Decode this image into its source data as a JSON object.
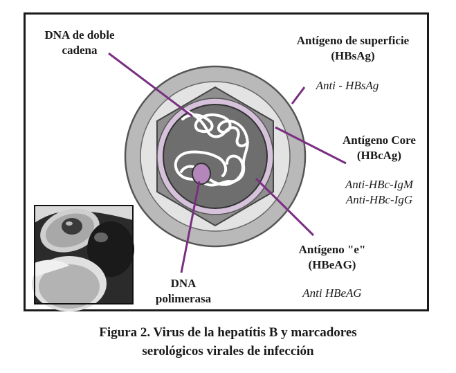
{
  "labels": {
    "dna_doble_line1": "DNA de doble",
    "dna_doble_line2": "cadena",
    "ag_superficie_line1": "Antígeno de superficie",
    "ag_superficie_line2": "(HBsAg)",
    "anti_hbsag": "Anti - HBsAg",
    "ag_core_line1": "Antígeno Core",
    "ag_core_line2": "(HBcAg)",
    "anti_hbc_igm": "Anti-HBc-IgM",
    "anti_hbc_igg": "Anti-HBc-IgG",
    "ag_e_line1": "Antígeno \"e\"",
    "ag_e_line2": "(HBeAG)",
    "anti_hbeag": "Anti HBeAG",
    "dna_pol_line1": "DNA",
    "dna_pol_line2": "polimerasa"
  },
  "caption": {
    "line1": "Figura 2. Virus de la hepatítis B y marcadores",
    "line2": "serológicos virales de infección"
  },
  "colors": {
    "outer_envelope": "#b9b9b9",
    "envelope_inner_ring": "#e3e3e3",
    "capsid_hexagon": "#8f8f8f",
    "core_ring": "#d6c2da",
    "core": "#6e6e6e",
    "dna_strand": "#ffffff",
    "polymerase": "#b487bb",
    "pointer_lines": "#7a2f82"
  }
}
